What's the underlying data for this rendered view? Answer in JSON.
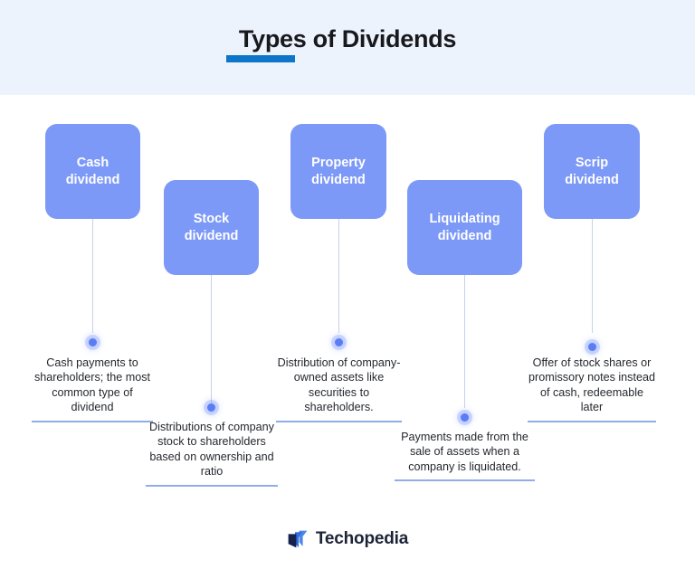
{
  "header": {
    "title": "Types of Dividends",
    "accent_color": "#0e76c9",
    "background_color": "#edf3fd"
  },
  "theme": {
    "node_color": "#7d99f8",
    "node_text_color": "#ffffff",
    "connector_color": "#c6d2ea",
    "dot_color": "#5b7df4",
    "rule_color": "#8fade8",
    "body_text_color": "#25282d",
    "page_background": "#ffffff"
  },
  "nodes": [
    {
      "id": "cash-dividend",
      "label_line1": "Cash",
      "label_line2": "dividend",
      "description": "Cash payments to shareholders; the most common type of dividend"
    },
    {
      "id": "stock-dividend",
      "label_line1": "Stock",
      "label_line2": "dividend",
      "description": "Distributions of company stock to shareholders based on ownership and ratio"
    },
    {
      "id": "property-dividend",
      "label_line1": "Property",
      "label_line2": "dividend",
      "description": "Distribution of company-owned assets like securities to shareholders."
    },
    {
      "id": "liquidating-dividend",
      "label_line1": "Liquidating",
      "label_line2": "dividend",
      "description": "Payments made from the sale of assets when a company is liquidated."
    },
    {
      "id": "scrip-dividend",
      "label_line1": "Scrip",
      "label_line2": "dividend",
      "description": "Offer of stock shares or promissory notes instead of cash, redeemable later"
    }
  ],
  "footer": {
    "brand": "Techopedia",
    "logo_icon": "techopedia-logo-icon",
    "logo_dark_color": "#1d2438",
    "logo_blue_color": "#2f6fe0"
  }
}
